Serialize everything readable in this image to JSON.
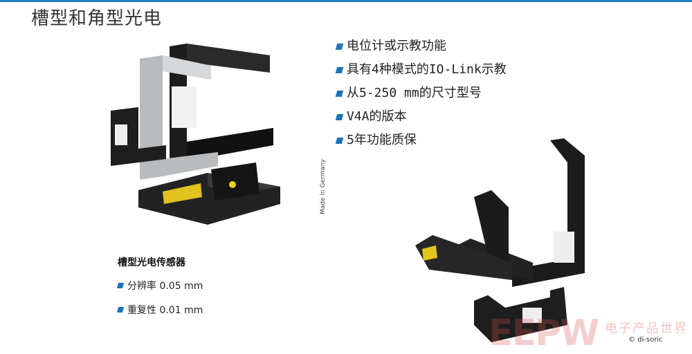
{
  "slide": {
    "title": "槽型和角型光电",
    "bullets": [
      "电位计或示教功能",
      "具有4种模式的IO-Link示教",
      "从5-250 mm的尺寸型号",
      "V4A的版本",
      "5年功能质保"
    ],
    "caption": {
      "title": "槽型光电传感器",
      "specs": [
        "分辨率 0.05 mm",
        "重复性 0.01 mm"
      ]
    },
    "made_in": "Made in Germany",
    "copyright": "© di-soric",
    "watermark": {
      "left": "EEPW",
      "right": "电子产品世界"
    },
    "colors": {
      "accent": "#1f7fc0",
      "bullet": "#1b74b8"
    }
  }
}
